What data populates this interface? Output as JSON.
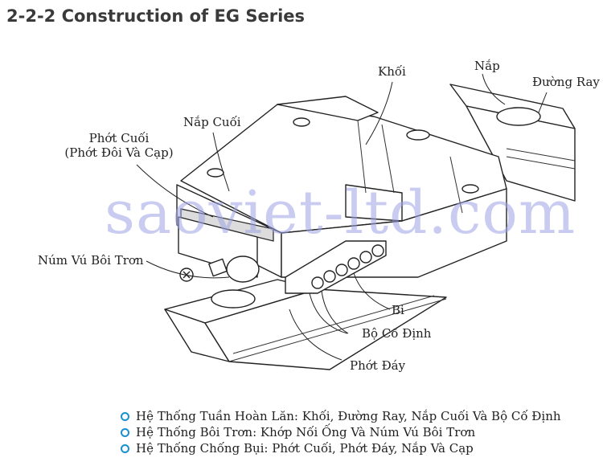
{
  "title": "2-2-2 Construction of EG Series",
  "watermark": "saoviet-ltd.com",
  "labels": {
    "block": "Khối",
    "cap": "Nắp",
    "rail": "Đường Ray",
    "end_cap": "Nắp Cuối",
    "end_seal_line1": "Phớt Cuối",
    "end_seal_line2": "(Phớt Đôi Và Cạp)",
    "grease_nipple": "Núm Vú Bôi Trơn",
    "ball": "Bi",
    "retainer": "Bộ Cố Định",
    "bottom_seal": "Phớt Đáy"
  },
  "bullets": [
    "Hệ Thống Tuần Hoàn Lăn: Khối, Đường Ray, Nắp Cuối Và Bộ Cố Định",
    "Hệ Thống Bôi Trơn: Khớp Nối Ống Và Núm Vú Bôi Trơn",
    "Hệ Thống Chống Bụi: Phớt Cuối, Phớt Đáy, Nắp Và Cạp"
  ],
  "colors": {
    "title": "#3a3a3a",
    "bullet_icon": "#1a8fd0",
    "watermark": "#9ea4e4"
  }
}
